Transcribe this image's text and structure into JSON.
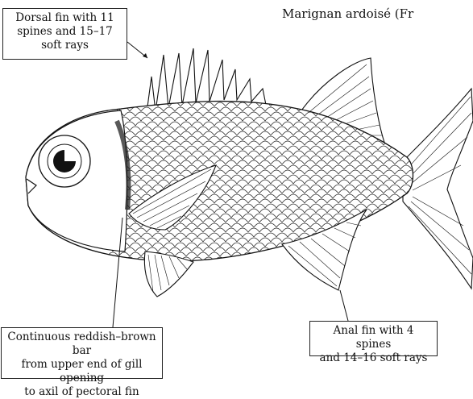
{
  "caption": "Marignan ardoisé (Fr",
  "labels": {
    "dorsal": [
      "Dorsal fin with 11",
      "spines and 15–17",
      "soft rays"
    ],
    "bar": [
      "Continuous reddish–brown bar",
      "from upper end of gill opening",
      "to axil of pectoral fin"
    ],
    "anal": [
      "Anal fin with 4 spines",
      "and 14–16 soft rays"
    ]
  }
}
